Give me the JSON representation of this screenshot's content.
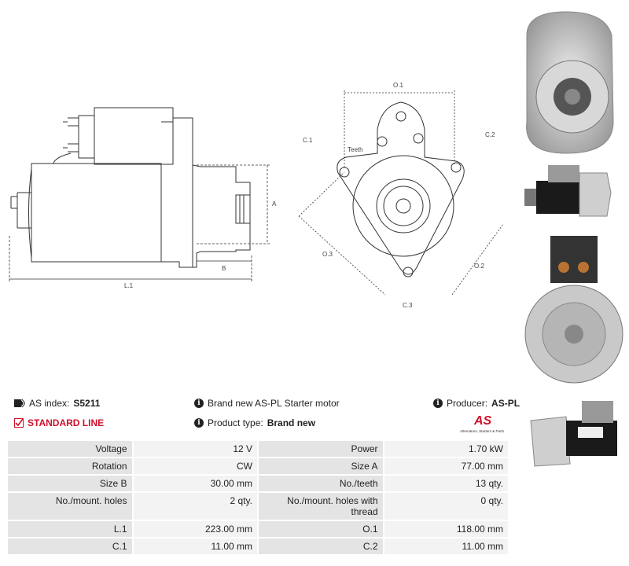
{
  "drawing_labels": {
    "a": "A",
    "b": "B",
    "l1": "L.1",
    "o1": "O.1",
    "o2": "O.2",
    "o3": "O.3",
    "c1": "C.1",
    "c2": "C.2",
    "c3": "C.3",
    "teeth": "Teeth"
  },
  "info": {
    "as_index_label": "AS index:",
    "as_index_value": "S5211",
    "line": "STANDARD LINE",
    "description": "Brand new AS-PL Starter motor",
    "product_type_label": "Product type:",
    "product_type_value": "Brand new",
    "producer_label": "Producer:",
    "producer_value": "AS-PL",
    "logo_text": "AS",
    "logo_tagline": "Alternators, Starters & Parts"
  },
  "specs": [
    {
      "l1": "Voltage",
      "v1": "12 V",
      "l2": "Power",
      "v2": "1.70 kW"
    },
    {
      "l1": "Rotation",
      "v1": "CW",
      "l2": "Size A",
      "v2": "77.00 mm"
    },
    {
      "l1": "Size B",
      "v1": "30.00 mm",
      "l2": "No./teeth",
      "v2": "13 qty."
    },
    {
      "l1": "No./mount. holes",
      "v1": "2 qty.",
      "l2": "No./mount. holes with thread",
      "v2": "0 qty."
    },
    {
      "l1": "L.1",
      "v1": "223.00 mm",
      "l2": "O.1",
      "v2": "118.00 mm"
    },
    {
      "l1": "C.1",
      "v1": "11.00 mm",
      "l2": "C.2",
      "v2": "11.00 mm"
    }
  ],
  "colors": {
    "accent_red": "#d0102a",
    "label_bg": "#e4e4e4",
    "value_bg": "#f3f3f3"
  }
}
